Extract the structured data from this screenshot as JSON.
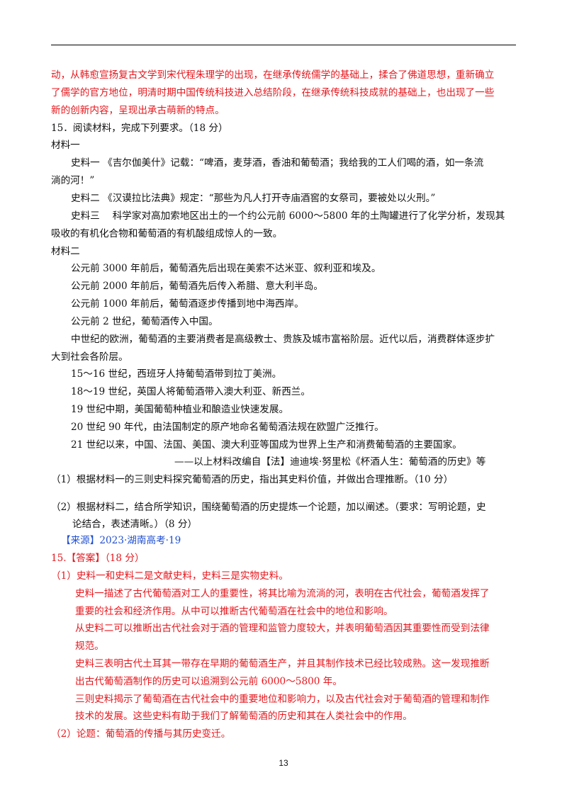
{
  "intro_answer": {
    "lines": [
      "动，从韩愈宣扬复古文学到宋代程朱理学的出现，在继承传统儒学的基础上，揉合了佛道思想，重新确立",
      "了儒学的官方地位，明清时期中国传统科技进入总结阶段，在继承传统科技成就的基础上，也出现了一些",
      "新的创新内容，呈现出承古萌新的特点。"
    ]
  },
  "question": {
    "header": "15．阅读材料，完成下列要求。（18 分）",
    "material1": {
      "title": "材料一",
      "s1_line1": "史料一 《吉尔伽美什》记载：“啤酒，麦芽酒，香油和葡萄酒；我给我的工人们喝的酒，如一条流",
      "s1_line2": "淌的河！”",
      "s2": "史料二 《汉谟拉比法典》规定：“那些为凡人打开寺庙酒窖的女祭司，要被处以火刑。”",
      "s3_line1": "史料三　 科学家对高加索地区出土的一个约公元前 6000～5800 年的土陶罐进行了化学分析，发现其",
      "s3_line2": "吸收的有机化合物和葡萄酒的有机酸组成惊人的一致。"
    },
    "material2": {
      "title": "材料二",
      "l1": "公元前 3000 年前后，葡萄酒先后出现在美索不达米亚、叙利亚和埃及。",
      "l2": "公元前 2000 年前后，葡萄酒先后传入希腊、意大利半岛。",
      "l3": "公元前 1000 年前后，葡萄酒逐步传播到地中海西岸。",
      "l4": "公元前 2 世纪，葡萄酒传入中国。",
      "l5a": "中世纪的欧洲，葡萄酒的主要消费者是高级教士、贵族及城市富裕阶层。近代以后，消费群体逐步扩",
      "l5b": "大到社会各阶层。",
      "l6": "15～16 世纪，西班牙人持葡萄酒带到拉丁美洲。",
      "l7": "18～19 世纪，英国人将葡萄酒带入澳大利亚、新西兰。",
      "l8": "19 世纪中期，美国葡萄种植业和酿造业快速发展。",
      "l9": "20 世纪 90 年代，由法国制定的原产地命名葡萄酒法规在欧盟广泛推行。",
      "l10": "21 世纪以来，中国、法国、美国、澳大利亚等国成为世界上生产和消费葡萄酒的主要国家。",
      "source": "——以上材料改编自【法】迪迪埃·努里松《杯酒人生：葡萄酒的历史》等"
    },
    "q1": "（1）根据材料一的三则史料探究葡萄酒的历史，指出其史料价值，并做出合理推断。（10 分）",
    "q2_line1": "（2）根据材料二，结合所学知识，围绕葡萄酒的历史提炼一个论题，加以阐述。（要求：写明论题，史",
    "q2_line2": "论结合，表述清晰。）（8 分）",
    "origin": "【来源】2023·湖南高考·19"
  },
  "answer": {
    "header": "15.【答案】（18 分）",
    "a1_title": "（1）史料一和史料二是文献史料，史料三是实物史料。",
    "a1_p1a": "史料一描述了古代葡萄酒对工人的重要性，将其比喻为流淌的河，表明在古代社会，葡萄酒发挥了",
    "a1_p1b": "重要的社会和经济作用。从中可以推断古代葡萄酒在社会中的地位和影响。",
    "a1_p2a": "从史料二可以推断出古代社会对于酒的管理和监管力度较大，并表明葡萄酒因其重要性而受到法律",
    "a1_p2b": "规范。",
    "a1_p3a": "史料三表明古代土耳其一带存在早期的葡萄酒生产，并且其制作技术已经比较成熟。这一发现推断",
    "a1_p3b": "出古代葡萄酒制作的历史可以追溯到公元前 6000～5800 年。",
    "a1_p4a": "三则史料揭示了葡萄酒在古代社会中的重要地位和影响力，以及古代社会对于葡萄酒的管理和制作",
    "a1_p4b": "技术的发展。这些史料有助于我们了解葡萄酒的历史和其在人类社会中的作用。",
    "a2": "（2）论题：葡萄酒的传播与其历史变迁。"
  },
  "page_number": "13",
  "colors": {
    "answer_red": "#e6161c",
    "source_blue": "#1f4fd1"
  }
}
